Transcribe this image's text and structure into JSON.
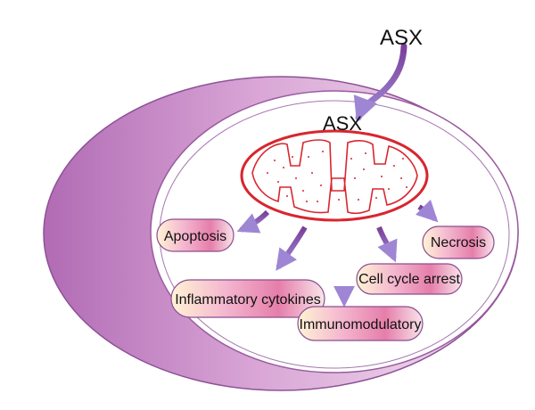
{
  "labels": {
    "asx_outside": "ASX",
    "asx_inside": "ASX"
  },
  "outcomes": [
    {
      "key": "apoptosis",
      "label": "Apoptosis"
    },
    {
      "key": "inflammatory",
      "label": "Inflammatory cytokines"
    },
    {
      "key": "immunomodulatory",
      "label": "Immunomodulatory"
    },
    {
      "key": "cell_cycle",
      "label": "Cell cycle arrest"
    },
    {
      "key": "necrosis",
      "label": "Necrosis"
    }
  ],
  "colors": {
    "outer_cell": "#c486c4",
    "cell_edge": "#9a5aa0",
    "mitochondrion": "#d8262e",
    "arrow": "#8e67b8",
    "pill_pink": "#e07aa6",
    "pill_cream": "#fbf1d2"
  }
}
